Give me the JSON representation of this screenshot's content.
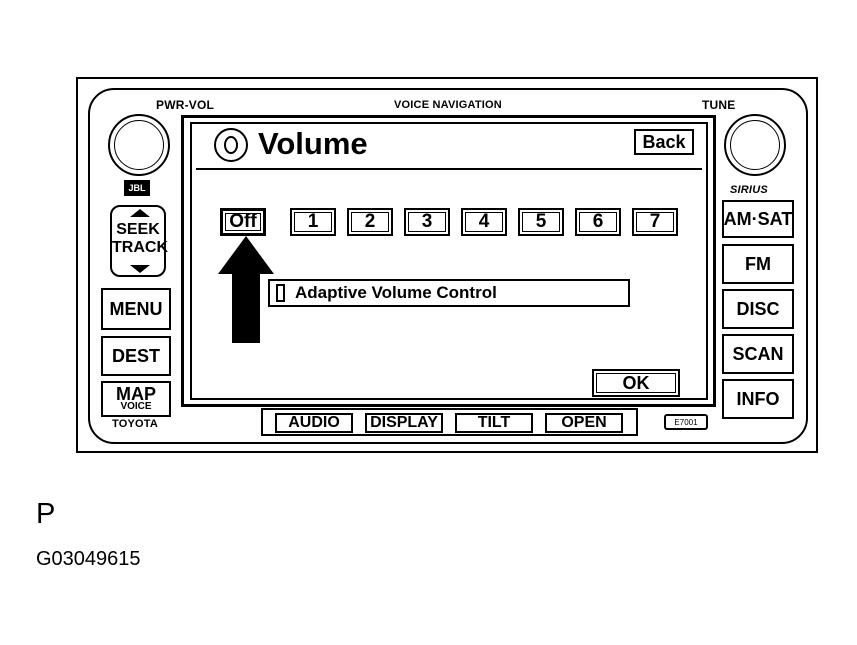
{
  "labels": {
    "pwr_vol": "PWR-VOL",
    "voice_navigation": "VOICE NAVIGATION",
    "tune": "TUNE",
    "jbl": "JBL",
    "sirius": "SIRIUS",
    "toyota": "TOYOTA",
    "code": "E7001"
  },
  "left_buttons": {
    "seek_line1": "SEEK",
    "seek_line2": "TRACK",
    "menu": "MENU",
    "dest": "DEST",
    "map": "MAP",
    "voice": "VOICE"
  },
  "right_buttons": [
    "AM·SAT",
    "FM",
    "DISC",
    "SCAN",
    "INFO"
  ],
  "screen": {
    "title": "Volume",
    "back": "Back",
    "volume_levels": [
      "Off",
      "1",
      "2",
      "3",
      "4",
      "5",
      "6",
      "7"
    ],
    "selected_level": "Off",
    "adaptive_volume_control": "Adaptive Volume Control",
    "ok": "OK"
  },
  "bottom_buttons": [
    "AUDIO",
    "DISPLAY",
    "TILT",
    "OPEN"
  ],
  "figure": {
    "letter": "P",
    "id": "G03049615"
  }
}
